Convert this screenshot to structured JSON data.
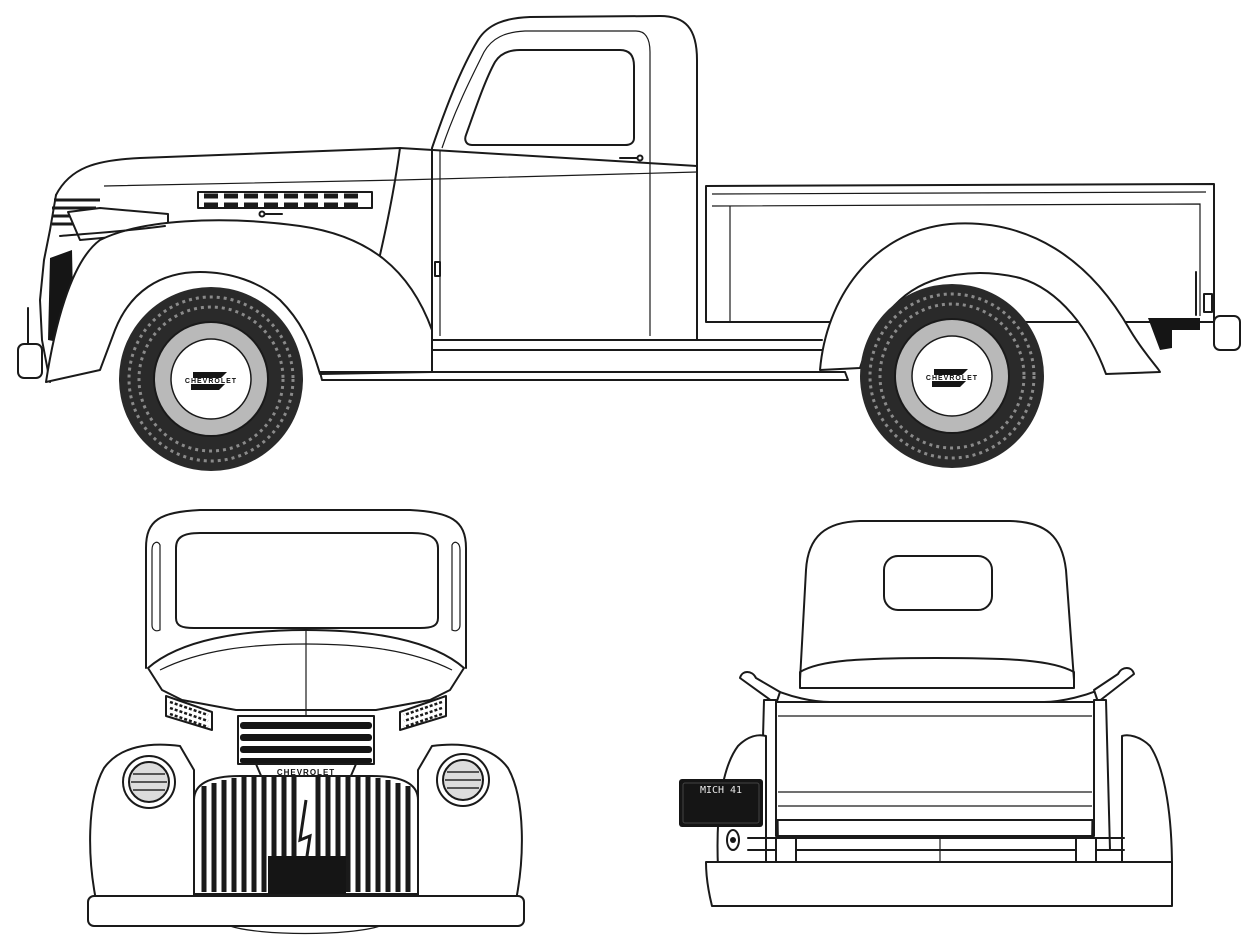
{
  "branding": {
    "grille_badge": "CHEVROLET",
    "hubcap_badge": "CHEVROLET"
  },
  "license_plate": {
    "state": "MICH",
    "year": "41"
  },
  "views": [
    "side",
    "front",
    "rear"
  ],
  "colors": {
    "line": "#1a1a1a",
    "tire": "#2a2a2a",
    "hubcap": "#b9b9b9",
    "plate": "#151515",
    "background": "#ffffff"
  }
}
